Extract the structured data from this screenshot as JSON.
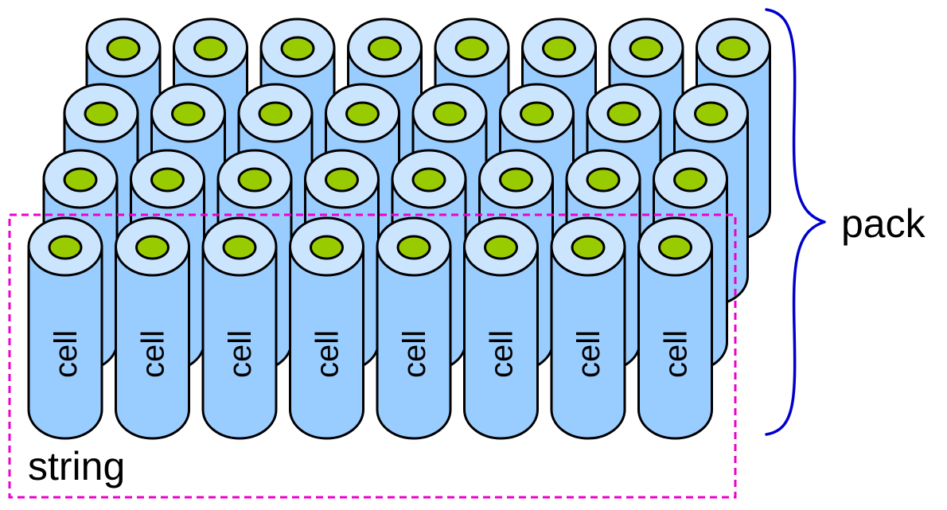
{
  "labels": {
    "cell": "cell",
    "pack": "pack",
    "string": "string"
  },
  "grid": {
    "rows": 4,
    "columns": 8
  },
  "colors": {
    "cell_body": "#99ccff",
    "cell_top": "#cce5ff",
    "terminal": "#99cc00",
    "outline": "#000000",
    "pack_brace": "#0000cc",
    "string_box": "#ee00cc"
  }
}
